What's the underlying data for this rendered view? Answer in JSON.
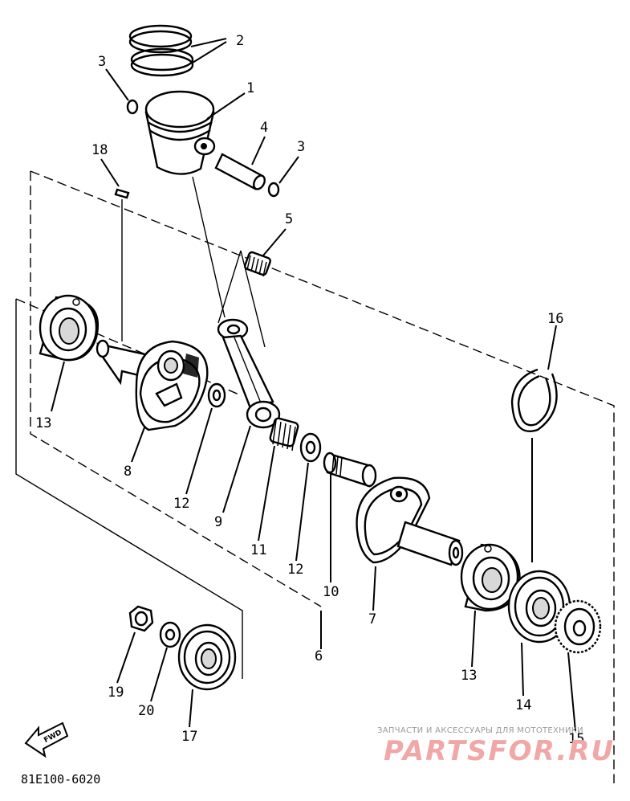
{
  "diagram": {
    "part_numbers": [
      "1",
      "2",
      "3",
      "3",
      "4",
      "5",
      "6",
      "7",
      "8",
      "9",
      "10",
      "11",
      "12",
      "12",
      "13",
      "13",
      "14",
      "15",
      "16",
      "17",
      "18",
      "19",
      "20"
    ],
    "labels": {
      "p1": "1",
      "p2": "2",
      "p3a": "3",
      "p3b": "3",
      "p4": "4",
      "p5": "5",
      "p6": "6",
      "p7": "7",
      "p8": "8",
      "p9": "9",
      "p10": "10",
      "p11": "11",
      "p12a": "12",
      "p12b": "12",
      "p13a": "13",
      "p13b": "13",
      "p14": "14",
      "p15": "15",
      "p16": "16",
      "p17": "17",
      "p18": "18",
      "p19": "19",
      "p20": "20"
    },
    "figure_code": "81E100-6020",
    "fwd_label": "FWD"
  },
  "watermark": {
    "caption": "ЗАПЧАСТИ И АКСЕССУАРЫ ДЛЯ МОТОТЕХНИКИ",
    "brand": "PARTSFOR.RU",
    "color": "#f2a7a7"
  }
}
